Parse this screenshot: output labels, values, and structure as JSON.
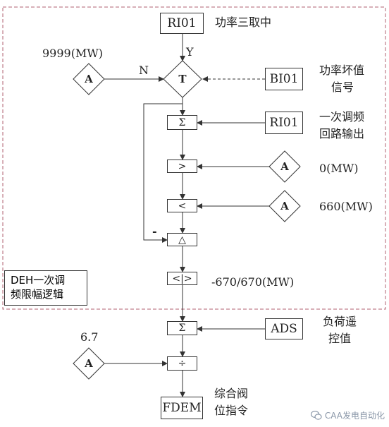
{
  "blocks": {
    "power_selector": "RI01",
    "power_bad_signal": "BI01",
    "primary_fm_output": "RI01",
    "ads": "ADS",
    "fdem": "FDEM",
    "transfer": "T",
    "analog": "A"
  },
  "operators": {
    "sum1": "Σ",
    "greater": ">",
    "less": "<",
    "delta": "△",
    "limit": "<|>",
    "sum2": "Σ",
    "divide": "÷"
  },
  "labels": {
    "power_selector": "功率三取中",
    "power_bad_line1": "功率坏值",
    "power_bad_line2": "信号",
    "fm_output_line1": "一次调频",
    "fm_output_line2": "回路输出",
    "analog_9999": "9999(MW)",
    "analog_0": "0(MW)",
    "analog_660": "660(MW)",
    "limit_range": "-670/670(MW)",
    "analog_6_7": "6.7",
    "ads_line1": "负荷遥",
    "ads_line2": "控值",
    "fdem_line1": "综合阀",
    "fdem_line2": "位指令",
    "yes": "Y",
    "no": "N",
    "minus": "-"
  },
  "group_caption": {
    "line1": "DEH一次调",
    "line2": "频限幅逻辑"
  },
  "watermark": "CAA发电自动化",
  "colors": {
    "dashed_border": "#b06070",
    "line": "#333333",
    "watermark": "#8a97a8"
  }
}
